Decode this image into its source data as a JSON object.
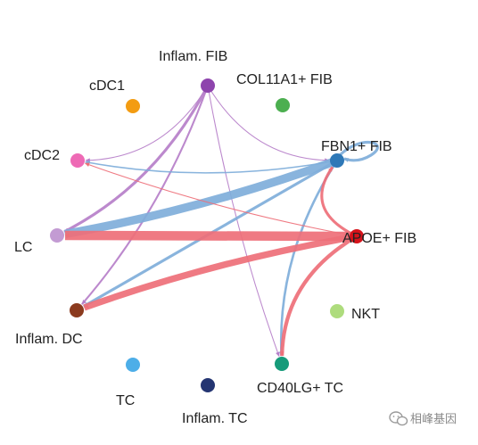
{
  "nodes": [
    {
      "id": "inflam_fib",
      "label": "Inflam. FIB",
      "color": "#8E44AD"
    },
    {
      "id": "col11a1_fib",
      "label": "COL11A1+ FIB",
      "color": "#4CAF50"
    },
    {
      "id": "cdc1",
      "label": "cDC1",
      "color": "#F39C12"
    },
    {
      "id": "cdc2",
      "label": "cDC2",
      "color": "#EE6AB5"
    },
    {
      "id": "fbn1_fib",
      "label": "FBN1+ FIB",
      "color": "#2E78B7"
    },
    {
      "id": "apoe_fib",
      "label": "APOE+ FIB",
      "color": "#D6131B"
    },
    {
      "id": "lc",
      "label": "LC",
      "color": "#C39BD3"
    },
    {
      "id": "nkt",
      "label": "NKT",
      "color": "#AEDC7D"
    },
    {
      "id": "inflam_dc",
      "label": "Inflam. DC",
      "color": "#8B3A1E"
    },
    {
      "id": "cd40lg_tc",
      "label": "CD40LG+ TC",
      "color": "#169B7A"
    },
    {
      "id": "tc",
      "label": "TC",
      "color": "#4DAEE8"
    },
    {
      "id": "inflam_tc",
      "label": "Inflam. TC",
      "color": "#243572"
    }
  ],
  "edge_colors": {
    "inflam_fib": "#B67FC9",
    "fbn1_fib": "#7FAEDA",
    "apoe_fib": "#EE6F78"
  },
  "edges": [
    {
      "from": "inflam_fib",
      "to": "cdc2",
      "weight": 1
    },
    {
      "from": "inflam_fib",
      "to": "fbn1_fib",
      "weight": 1
    },
    {
      "from": "inflam_fib",
      "to": "lc",
      "weight": 3
    },
    {
      "from": "inflam_fib",
      "to": "inflam_dc",
      "weight": 2
    },
    {
      "from": "inflam_fib",
      "to": "cd40lg_tc",
      "weight": 1
    },
    {
      "from": "fbn1_fib",
      "to": "fbn1_fib",
      "weight": 3
    },
    {
      "from": "fbn1_fib",
      "to": "cdc2",
      "weight": 1.5
    },
    {
      "from": "fbn1_fib",
      "to": "lc",
      "weight": 9
    },
    {
      "from": "fbn1_fib",
      "to": "inflam_dc",
      "weight": 3
    },
    {
      "from": "fbn1_fib",
      "to": "cd40lg_tc",
      "weight": 2.5
    },
    {
      "from": "apoe_fib",
      "to": "cdc2",
      "weight": 1
    },
    {
      "from": "apoe_fib",
      "to": "lc",
      "weight": 10
    },
    {
      "from": "apoe_fib",
      "to": "inflam_dc",
      "weight": 7
    },
    {
      "from": "apoe_fib",
      "to": "fbn1_fib",
      "weight": 3
    },
    {
      "from": "apoe_fib",
      "to": "cd40lg_tc",
      "weight": 4
    }
  ],
  "watermark": {
    "icon": "wechat-icon",
    "text": "相峰基因"
  }
}
